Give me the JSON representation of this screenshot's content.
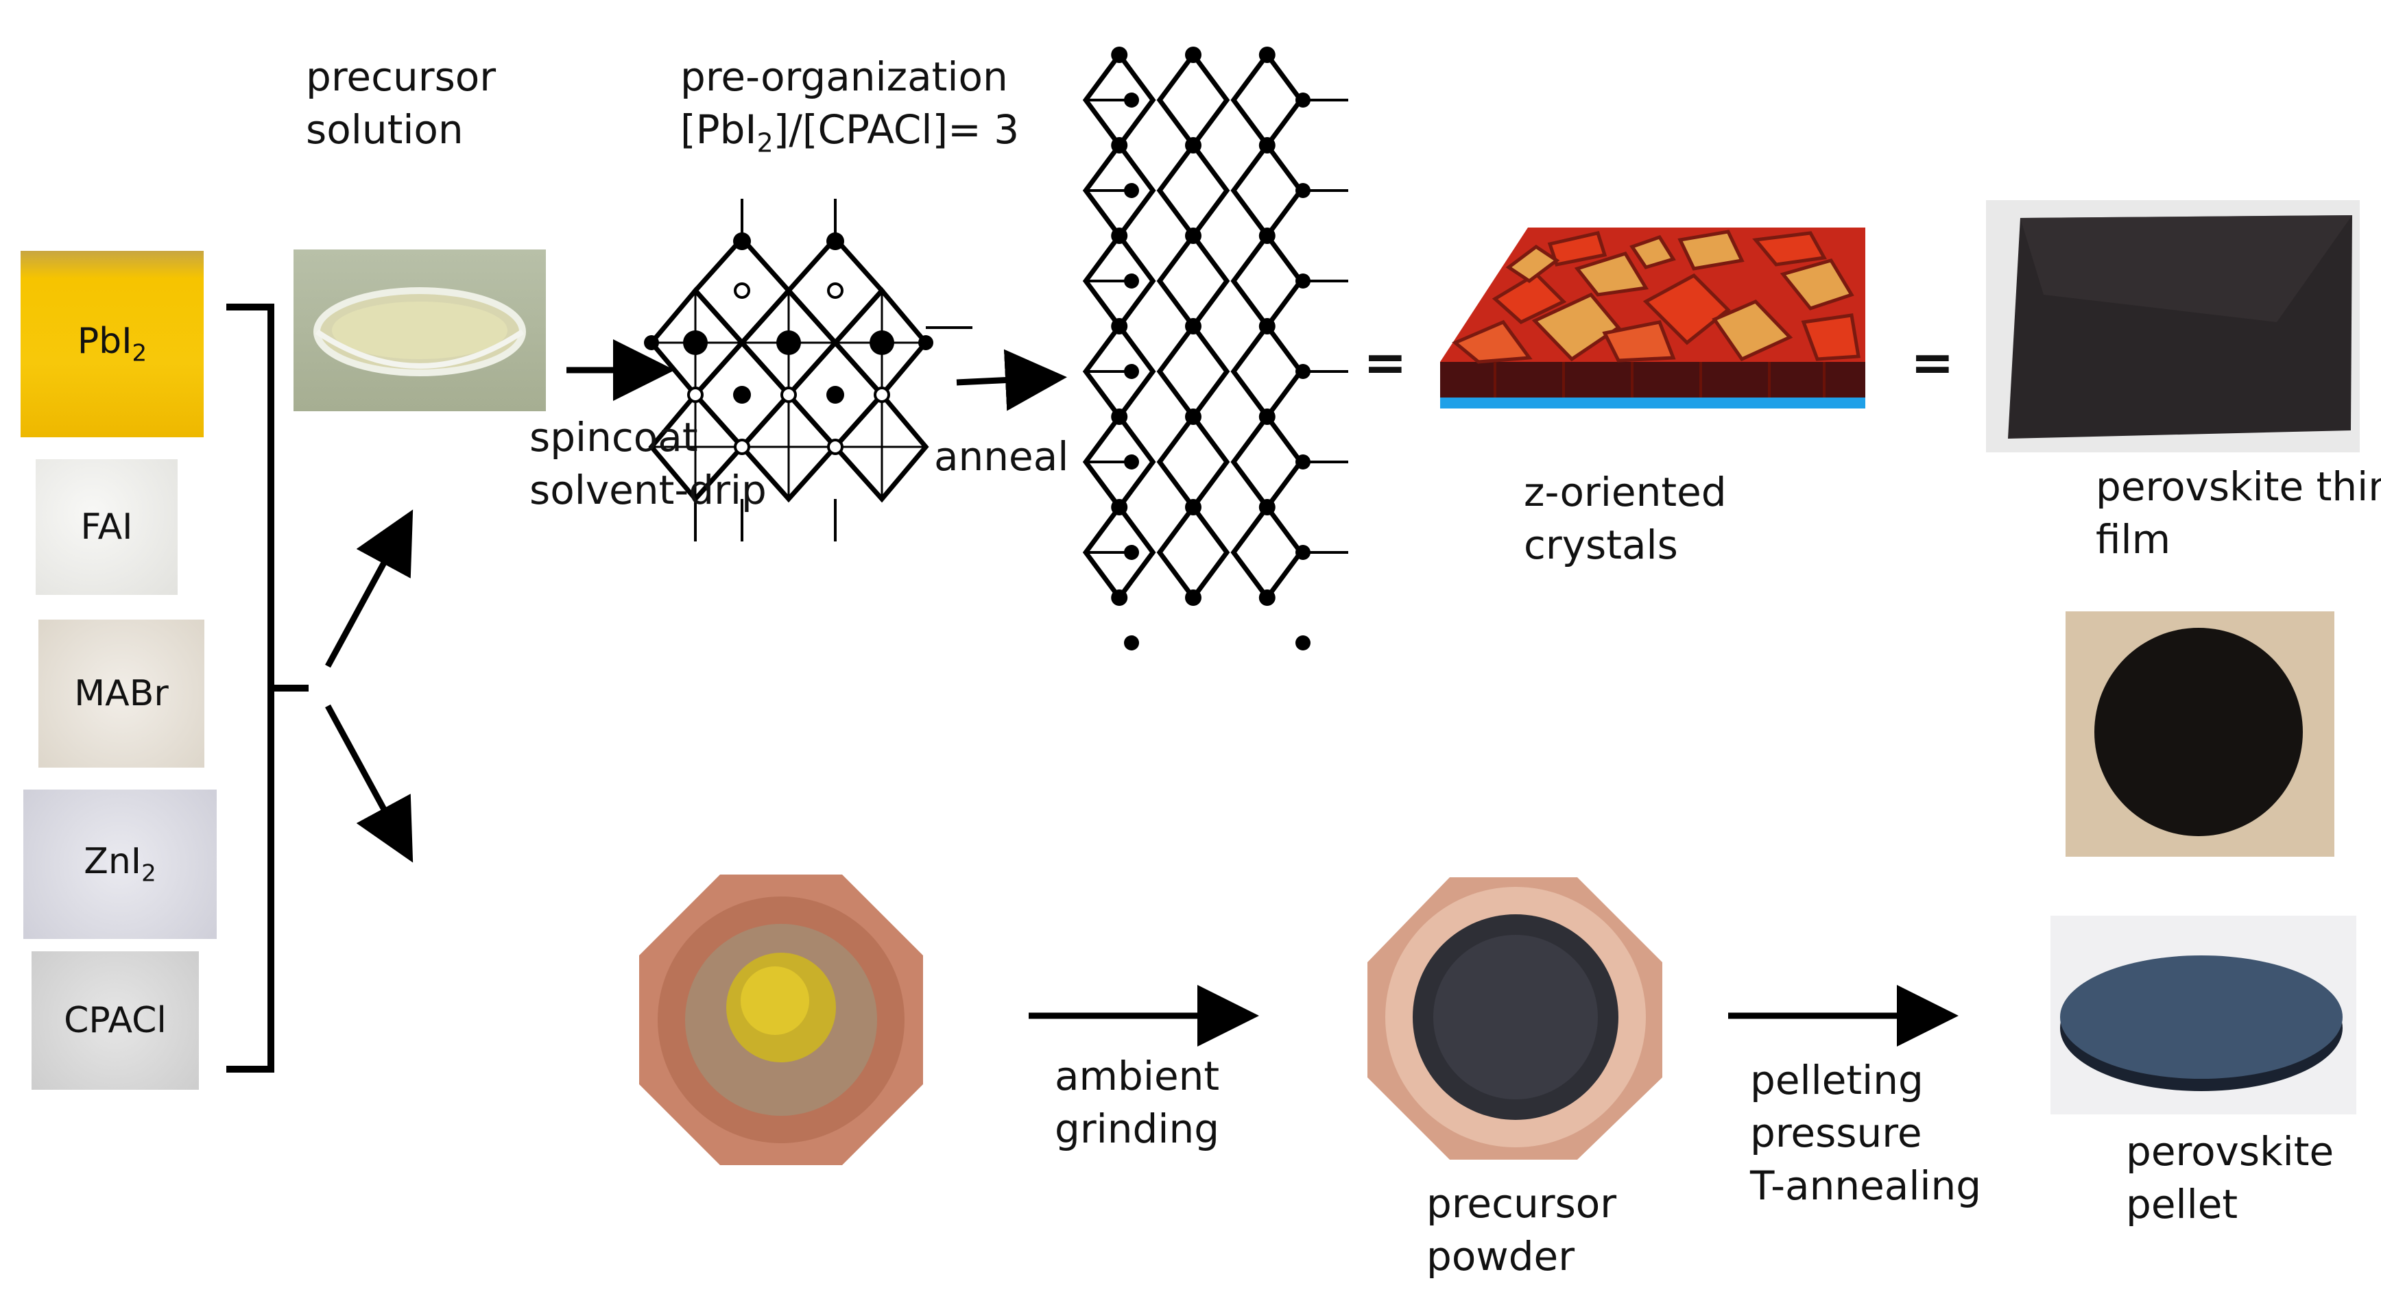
{
  "reagents": [
    {
      "formula": "PbI",
      "sub": "2",
      "swatch": "#f4c20c"
    },
    {
      "formula": "FAI",
      "sub": "",
      "swatch": "#ececea"
    },
    {
      "formula": "MABr",
      "sub": "",
      "swatch": "#ebe6dc"
    },
    {
      "formula": "ZnI",
      "sub": "2",
      "swatch": "#dcdce6"
    },
    {
      "formula": "CPACl",
      "sub": "",
      "swatch": "#dadada"
    }
  ],
  "labels": {
    "precursor_solution": [
      "precursor",
      "solution"
    ],
    "preorg_title": "pre-organization",
    "preorg_ratio": {
      "a": "[PbI",
      "sub": "2",
      "b": "]/[CPACl]= 3"
    },
    "spincoat": [
      "spincoat",
      "solvent-drip"
    ],
    "anneal": "anneal",
    "equals1": "=",
    "equals2": "=",
    "z_oriented": [
      "z-oriented",
      "crystals"
    ],
    "thin_film": [
      "perovskite thin",
      "film"
    ],
    "ambient_grinding": [
      "ambient",
      "grinding"
    ],
    "precursor_powder": [
      "precursor",
      "powder"
    ],
    "pelleting": [
      "pelleting",
      "pressure",
      "T-annealing"
    ],
    "pellet": [
      "perovskite",
      "pellet"
    ]
  },
  "colors": {
    "crystal_red": "#d42a12",
    "crystal_orange": "#e8a84e",
    "substrate_blue": "#1fa0e8",
    "film_dark": "#2a2628",
    "pellet_black": "#151210",
    "pellet_blue": "#3f5570"
  }
}
